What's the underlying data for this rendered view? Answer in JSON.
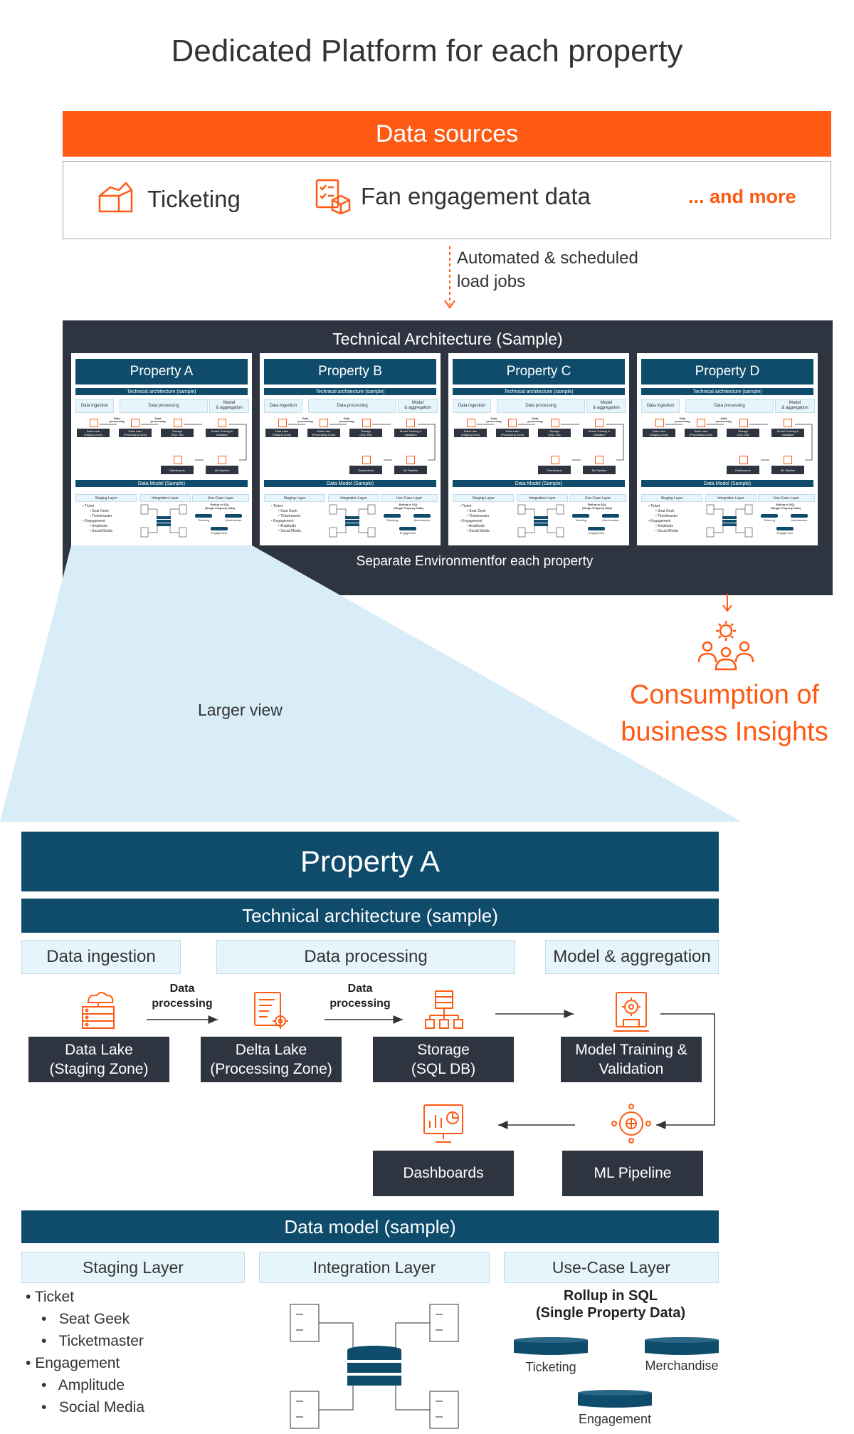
{
  "title": "Dedicated Platform for each property",
  "data_sources": {
    "header": "Data sources",
    "items": [
      "Ticketing",
      "Fan engagement data"
    ],
    "more": "... and more"
  },
  "load_note": [
    "Automated & scheduled",
    "load jobs"
  ],
  "tech_arch": {
    "title": "Technical Architecture (Sample)",
    "footer": "Separate Environmentfor each property",
    "properties": [
      "Property A",
      "Property B",
      "Property C",
      "Property D"
    ]
  },
  "consumption": [
    "Consumption of",
    "business Insights"
  ],
  "larger_view": "Larger view",
  "detail": {
    "title": "Property A",
    "tech_header": "Technical architecture (sample)",
    "phases": [
      "Data ingestion",
      "Data processing",
      "Model & aggregation"
    ],
    "arrow_label": [
      "Data",
      "processing"
    ],
    "nodes": {
      "data_lake": [
        "Data Lake",
        "(Staging Zone)"
      ],
      "delta_lake": [
        "Delta Lake",
        "(Processing Zone)"
      ],
      "storage": [
        "Storage",
        "(SQL DB)"
      ],
      "model": [
        "Model Training &",
        "Validation"
      ],
      "dashboards": "Dashboards",
      "ml_pipeline": "ML Pipeline"
    },
    "data_model": {
      "header": "Data model (sample)",
      "layers": [
        "Staging Layer",
        "Integration Layer",
        "Use-Case Layer"
      ],
      "staging_list": {
        "ticket": "Ticket",
        "ticket_items": [
          "Seat Geek",
          "Ticketmaster"
        ],
        "engagement": "Engagement",
        "engagement_items": [
          "Amplitude",
          "Social Media"
        ]
      },
      "rollup": [
        "Rollup in SQL",
        "(Single Property Data)"
      ],
      "usecases": [
        "Ticketing",
        "Merchandise",
        "Engagement"
      ]
    }
  },
  "mini": {
    "tech_header": "Technical architecture (sample)",
    "phases": [
      "Data ingestion",
      "Data processing",
      "Model\n& aggregation"
    ],
    "nodes": [
      "Data Lake\n(Staging Zone)",
      "Delta Lake\n(Processing Zone)",
      "Storage\n(SQL DB)",
      "Model Training &\nValidation",
      "Dashboards",
      "ML Pipeline"
    ],
    "arrow_label": "Data\nprocessing",
    "dm_header": "Data Model (Sample)",
    "layers": [
      "Staging Layer",
      "Integration Layer",
      "Use-Case Layer"
    ],
    "list": [
      "Ticket",
      "Seat Geek",
      "Ticketmaster",
      "Engagement",
      "Amplitude",
      "Social Media"
    ],
    "rollup": "Rollup in SQL\n(Single Property Data)",
    "usecases": [
      "Ticketing",
      "Merchandise",
      "Engagement"
    ]
  },
  "colors": {
    "orange": "#ff5a14",
    "navy": "#0f4c6b",
    "dark": "#2f3540",
    "pale": "#e6f4fb"
  }
}
